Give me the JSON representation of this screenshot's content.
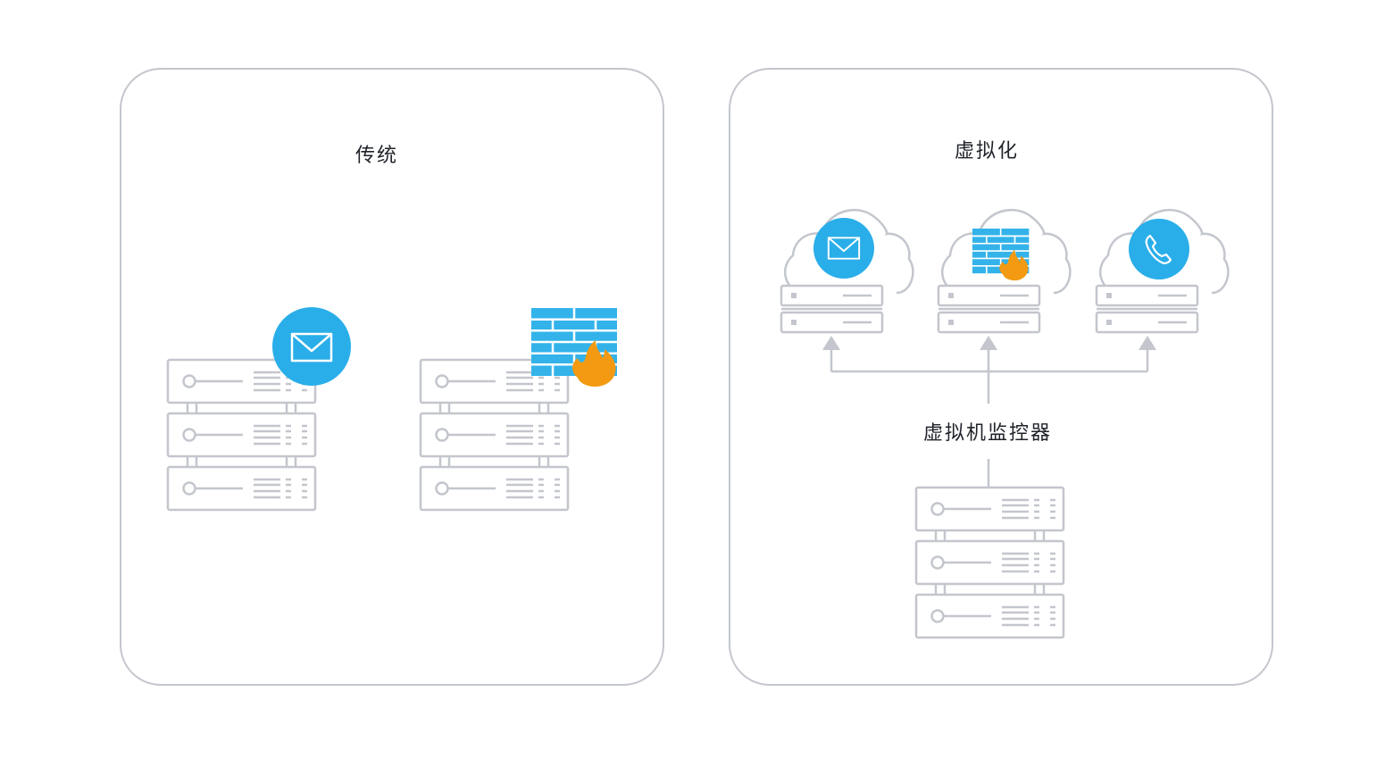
{
  "panels": {
    "traditional": {
      "title": "传统"
    },
    "virtualized": {
      "title": "虚拟化",
      "hypervisor_label": "虚拟机监控器"
    }
  },
  "icons": {
    "traditional": [
      "mail-icon",
      "firewall-icon"
    ],
    "virtualized": [
      "mail-icon",
      "firewall-icon",
      "phone-icon"
    ]
  },
  "colors": {
    "outline": "#c3c6cd",
    "accent_blue": "#29aee9",
    "firewall_blue": "#33b3ea",
    "flame_orange": "#f39a12",
    "text": "#1f232a"
  }
}
